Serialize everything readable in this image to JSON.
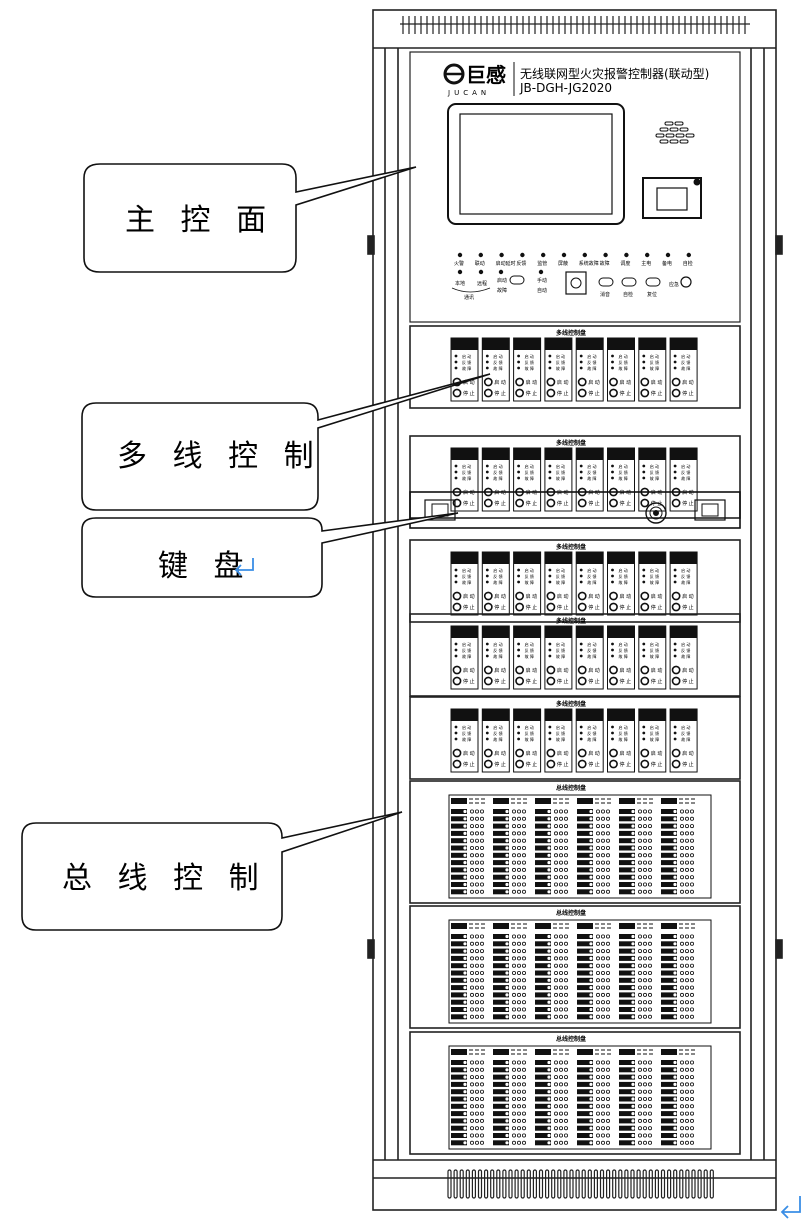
{
  "brand": {
    "logo_text": "巨感",
    "logo_sub": "JUCAN",
    "title": "无线联网型火灾报警控制器(联动型)",
    "model": "JB-DGH-JG2020"
  },
  "callouts": [
    {
      "id": "main",
      "label": "主 控 面"
    },
    {
      "id": "multi",
      "label": "多 线 控 制"
    },
    {
      "id": "keyboard",
      "label": "键 盘"
    },
    {
      "id": "bus",
      "label": "总 线 控 制"
    }
  ],
  "indicator_labels": [
    "火警",
    "联动",
    "启动延时",
    "反馈",
    "监管",
    "屏蔽",
    "系统故障",
    "故障",
    "调度",
    "主电",
    "备电",
    "自检"
  ],
  "control_labels": {
    "local": "本地",
    "remote": "远程",
    "comm": "通讯",
    "start": "启动",
    "reset_mute": "故障",
    "manual": "手动",
    "auto": "自动",
    "silence": "消音",
    "selfcheck": "自检",
    "reset": "复位",
    "clear": "应急"
  },
  "multi_panel_title": "多线控制盘",
  "bus_panel_title": "总线控制盘",
  "multi_unit": {
    "rows": [
      "启 动",
      "反 馈",
      "故 障"
    ],
    "start": "启 动",
    "stop": "停 止"
  },
  "colors": {
    "line": "#222222",
    "panel_bg": "#ffffff",
    "dark": "#111111",
    "return_arrow": "#3a8ee6"
  }
}
